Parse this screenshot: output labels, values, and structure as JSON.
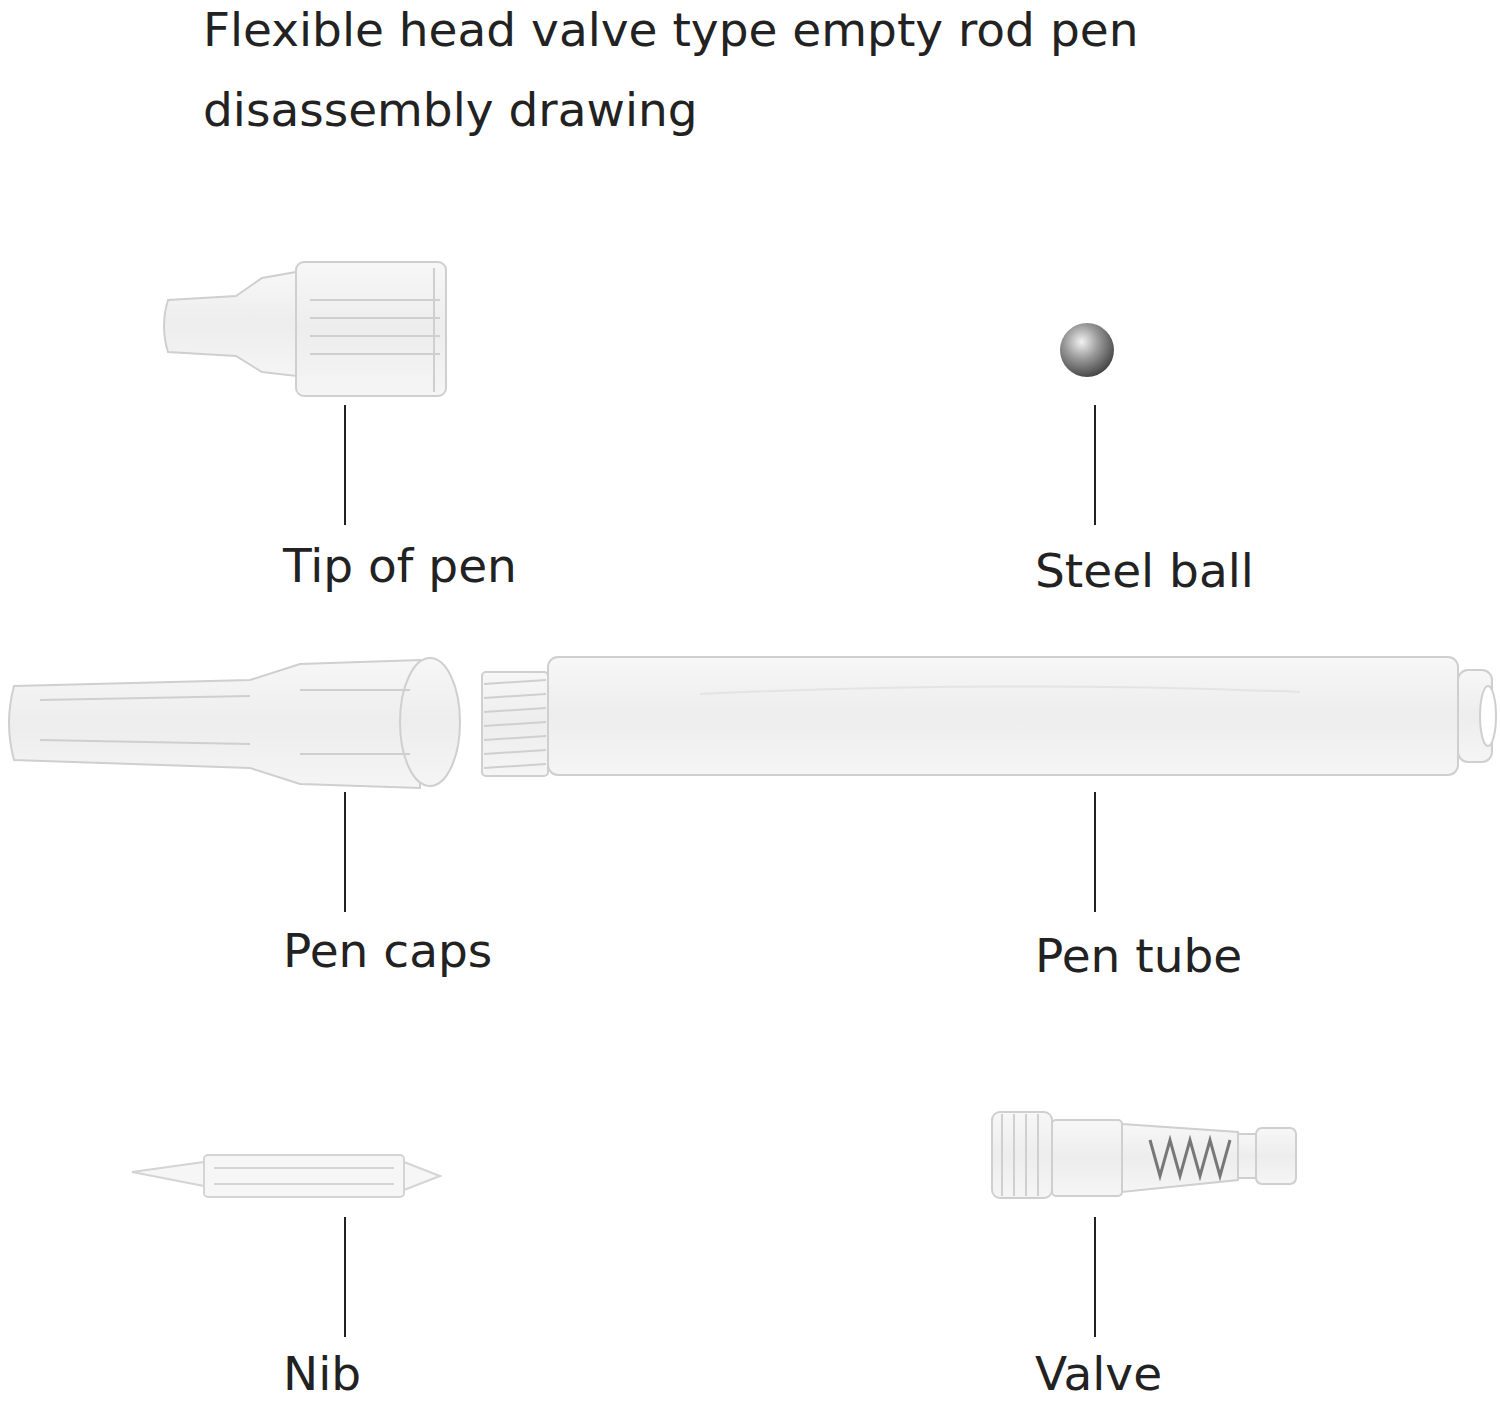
{
  "diagram": {
    "title": "Flexible head valve type empty rod pen disassembly drawing",
    "labels": [
      "Tip of pen",
      "Steel ball",
      "Pen caps",
      "Pen tube",
      "Nib",
      "Valve"
    ]
  }
}
